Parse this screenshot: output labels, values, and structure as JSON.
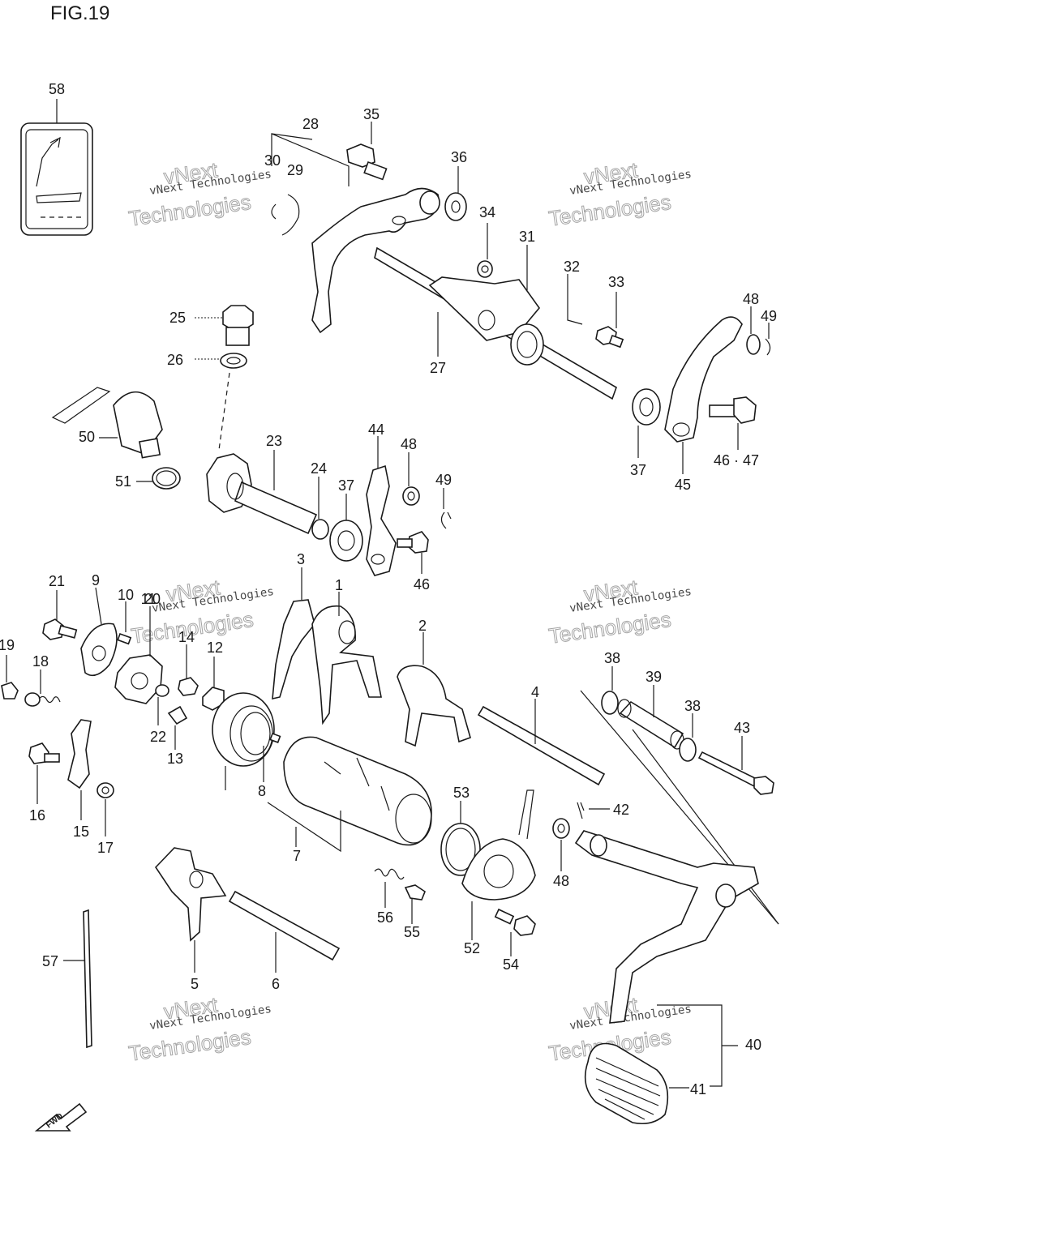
{
  "figure_title": "FIG.19",
  "watermark": {
    "line1": "vNext",
    "line2": "vNext Technologies",
    "line3": "Technologies"
  },
  "callouts": [
    "1",
    "2",
    "3",
    "4",
    "5",
    "6",
    "7",
    "8",
    "9",
    "10",
    "11",
    "12",
    "13",
    "14",
    "16",
    "15",
    "17",
    "18",
    "19",
    "20",
    "21",
    "22",
    "23",
    "24",
    "25",
    "26",
    "27",
    "28",
    "29",
    "30",
    "31",
    "32",
    "33",
    "34",
    "35",
    "36",
    "37",
    "37",
    "38",
    "38",
    "39",
    "40",
    "41",
    "42",
    "43",
    "44",
    "45",
    "46 · 47",
    "46",
    "48",
    "48",
    "48",
    "49",
    "49",
    "50",
    "51",
    "52",
    "53",
    "54",
    "55",
    "56",
    "57",
    "58"
  ],
  "direction_badge": "FWD"
}
